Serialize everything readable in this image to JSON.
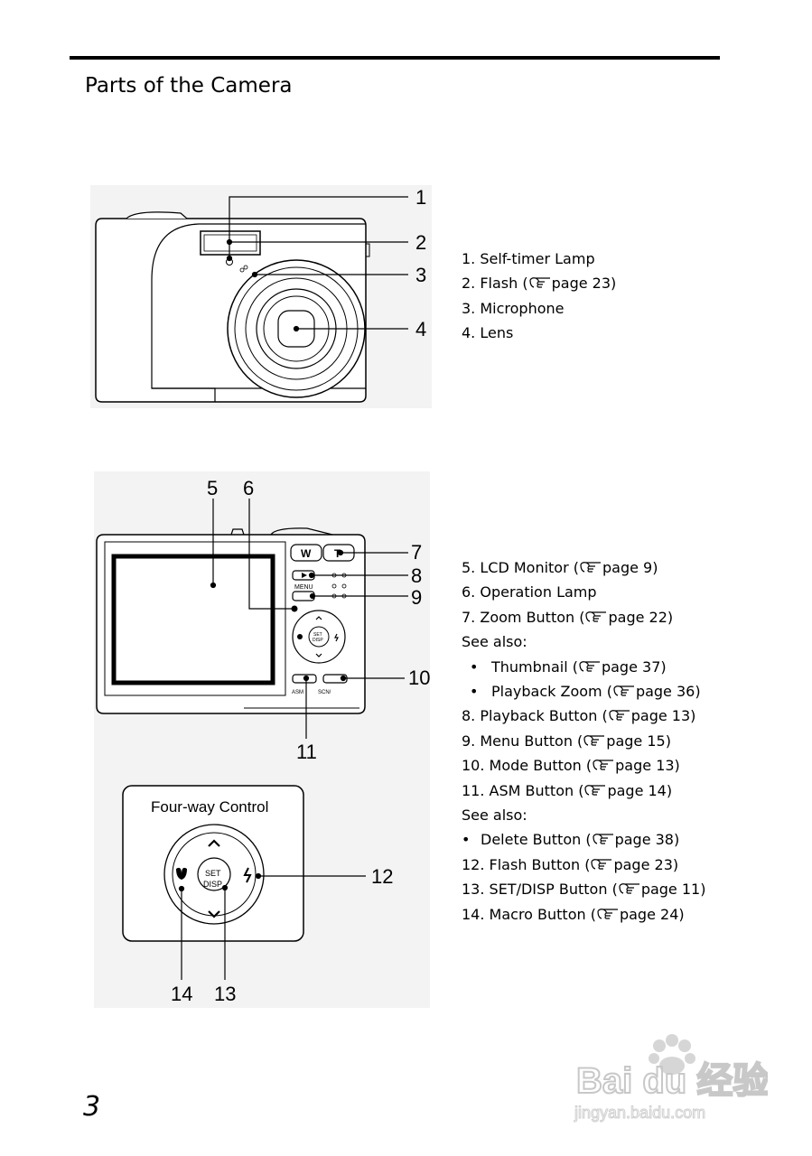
{
  "page": {
    "title": "Parts of the Camera",
    "page_number": "3"
  },
  "front_figure": {
    "callouts": [
      "1",
      "2",
      "3",
      "4"
    ]
  },
  "back_figure": {
    "callouts": [
      "5",
      "6",
      "7",
      "8",
      "9",
      "10",
      "11"
    ],
    "buttons": {
      "w": "W",
      "t": "T",
      "menu": "MENU",
      "set": "SET",
      "disp": "DISP",
      "asm": "ASM",
      "scn": "SCN/"
    }
  },
  "fourway_figure": {
    "title": "Four-way Control",
    "set": "SET",
    "disp": "DISP",
    "callouts": [
      "12",
      "13",
      "14"
    ]
  },
  "front_list": [
    {
      "text": "1. Self-timer Lamp"
    },
    {
      "text": "2. Flash (",
      "page": "page 23)"
    },
    {
      "text": "3. Microphone"
    },
    {
      "text": "4. Lens"
    }
  ],
  "back_list": [
    {
      "text": "5. LCD Monitor (",
      "page": "page 9)"
    },
    {
      "text": "6. Operation Lamp"
    },
    {
      "text": "7. Zoom Button (",
      "page": "page 22)"
    },
    {
      "text": "See also:"
    },
    {
      "bullet": "•",
      "text": "Thumbnail (",
      "page": "page 37)"
    },
    {
      "bullet": "•",
      "text": "Playback Zoom (",
      "page": "page 36)"
    },
    {
      "text": "8. Playback Button (",
      "page": "page 13)"
    },
    {
      "text": "9. Menu Button (",
      "page": "page 15)"
    },
    {
      "text": "10. Mode Button (",
      "page": "page 13)"
    },
    {
      "text": "11. ASM Button (",
      "page": "page 14)"
    },
    {
      "text": "See also:"
    },
    {
      "bullet": "•",
      "text": "Delete Button (",
      "page": "page 38)"
    },
    {
      "text": "12. Flash Button (",
      "page": "page 23)"
    },
    {
      "text": "13. SET/DISP Button (",
      "page": "page 11)"
    },
    {
      "text": "14. Macro Button (",
      "page": "page 24)"
    }
  ],
  "watermark": {
    "brand": "Bai du 经验",
    "url": "jingyan.baidu.com"
  }
}
